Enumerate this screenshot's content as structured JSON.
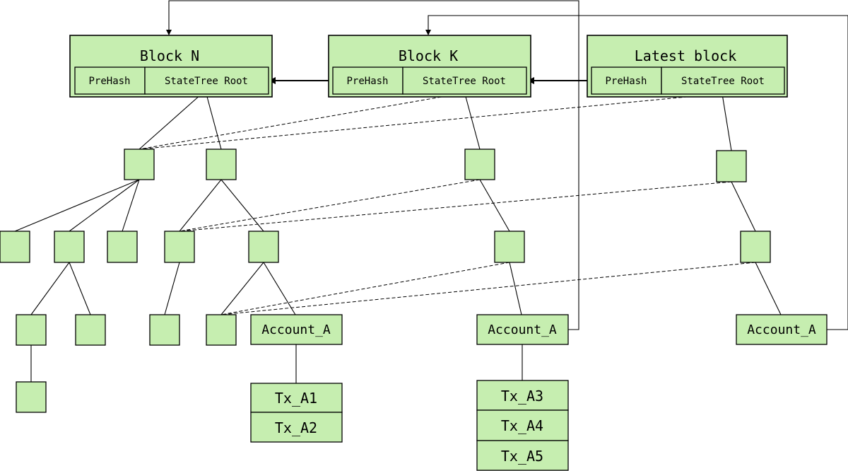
{
  "blocks": {
    "n": {
      "title": "Block N",
      "prehash": "PreHash",
      "root": "StateTree Root"
    },
    "k": {
      "title": "Block K",
      "prehash": "PreHash",
      "root": "StateTree Root"
    },
    "latest": {
      "title": "Latest block",
      "prehash": "PreHash",
      "root": "StateTree Root"
    }
  },
  "accounts": {
    "n": "Account_A",
    "k": "Account_A",
    "latest": "Account_A"
  },
  "transactions": {
    "n": [
      "Tx_A1",
      "Tx_A2"
    ],
    "k": [
      "Tx_A3",
      "Tx_A4",
      "Tx_A5"
    ]
  },
  "colors": {
    "node_fill": "#c6eeb0",
    "stroke": "#000000"
  }
}
